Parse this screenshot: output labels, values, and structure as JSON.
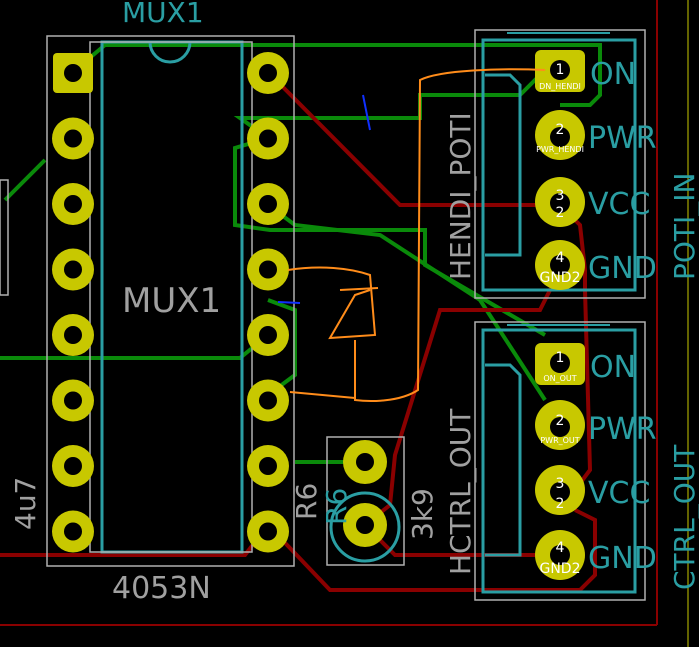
{
  "canvas": {
    "colors": {
      "front_copper": "#8a0000",
      "back_copper": "#0a8a0a",
      "pad": "#c8c800",
      "silkscreen": "#2a9ea3",
      "fab": "#a0a0a0",
      "drawing": "#ff8c1a",
      "background": "#000000"
    }
  },
  "mux": {
    "ref_top": "MUX1",
    "ref_center": "MUX1",
    "value": "4053N"
  },
  "cap": {
    "value": "4u7"
  },
  "resistor": {
    "ref_grey": "R6",
    "ref_teal": "R6",
    "value": "3k9"
  },
  "conn_top": {
    "value": "HENDI_POTI",
    "ref": "POTI_IN",
    "pins": [
      {
        "num": "1",
        "name": "DN_HENDI",
        "label": "ON"
      },
      {
        "num": "2",
        "name": "PWR_HENDI",
        "label": "PWR"
      },
      {
        "num": "3",
        "num2": "2",
        "label": "VCC"
      },
      {
        "num": "4",
        "name": "GND2",
        "label": "GND"
      }
    ]
  },
  "conn_bottom": {
    "value": "HCTRL_OUT",
    "ref": "CTRL_OUT",
    "pins": [
      {
        "num": "1",
        "name": "ON_OUT",
        "label": "ON"
      },
      {
        "num": "2",
        "name": "PWR_OUT",
        "label": "PWR"
      },
      {
        "num": "3",
        "num2": "2",
        "label": "VCC"
      },
      {
        "num": "4",
        "name": "GND2",
        "label": "GND"
      }
    ]
  }
}
